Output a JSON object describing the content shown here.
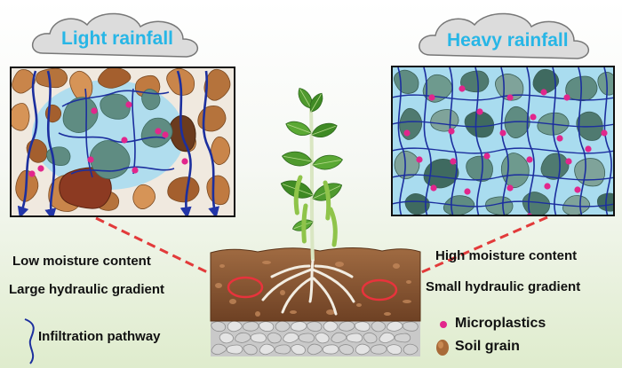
{
  "clouds": {
    "left": {
      "title": "Light rainfall"
    },
    "right": {
      "title": "Heavy rainfall"
    }
  },
  "conditions": {
    "left": {
      "line1": "Low moisture content",
      "line2": "Large hydraulic gradient"
    },
    "right": {
      "line1": "High moisture content",
      "line2": "Small hydraulic gradient"
    }
  },
  "legend": {
    "infiltration": "Infiltration pathway",
    "microplastics": "Microplastics",
    "soil_grain": "Soil grain"
  },
  "colors": {
    "cloud_text": "#27b6e6",
    "water": "#a9dcef",
    "pathway": "#1c2f9e",
    "microplastic": "#e2268c",
    "grain_wet": "#5f8c82",
    "grain_dry": "#c9854a",
    "connector": "#e23a3a",
    "soil": "#8a5632"
  }
}
